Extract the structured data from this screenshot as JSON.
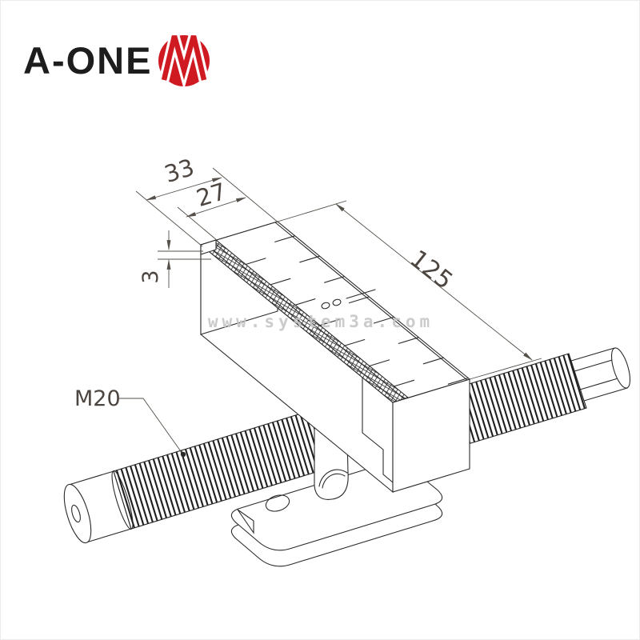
{
  "logo": {
    "brand": "A-ONE",
    "monogram": "M",
    "circle_color": "#cf1a22",
    "monogram_color": "#ffffff",
    "text_color": "#1d1d1d"
  },
  "watermark": {
    "text": "www.system3a.com",
    "color": "#c6c6c6"
  },
  "drawing": {
    "type": "isometric technical drawing",
    "part_description": "Clamp body with measuring scale face, serrated rail and two M20 threaded spindles on a flanged base",
    "line_color": "#2c2a29",
    "dimension_color": "#55504a",
    "dimensions": {
      "overall_width": "33",
      "scale_face_width": "27",
      "rail_step_height": "3",
      "body_length": "125",
      "thread_spec": "M20"
    }
  }
}
